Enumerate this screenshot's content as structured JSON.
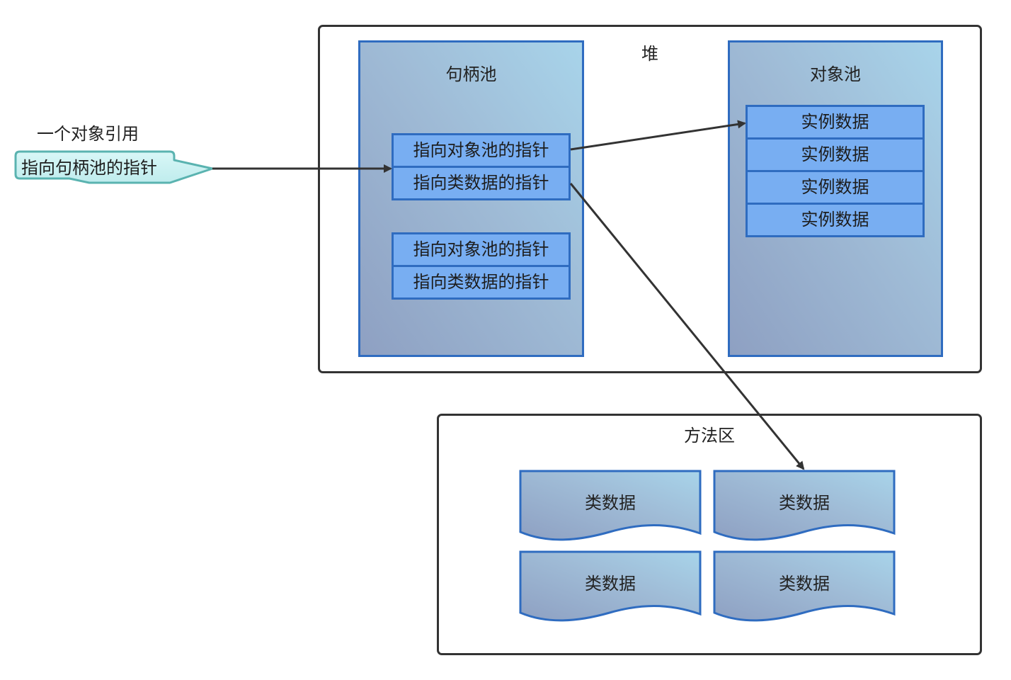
{
  "reference": {
    "label": "一个对象引用",
    "pointer": "指向句柄池的指针"
  },
  "heap": {
    "title": "堆",
    "handle_pool": {
      "title": "句柄池",
      "handles": [
        {
          "object_pointer": "指向对象池的指针",
          "class_pointer": "指向类数据的指针"
        },
        {
          "object_pointer": "指向对象池的指针",
          "class_pointer": "指向类数据的指针"
        }
      ]
    },
    "object_pool": {
      "title": "对象池",
      "items": [
        "实例数据",
        "实例数据",
        "实例数据",
        "实例数据"
      ]
    }
  },
  "method_area": {
    "title": "方法区",
    "class_data": [
      "类数据",
      "类数据",
      "类数据",
      "类数据"
    ]
  },
  "colors": {
    "cell_fill": "#78aef2",
    "cell_border": "#2f6cc0",
    "pool_gradient_from": "#8ea0c2",
    "pool_gradient_to": "#a8d4ea",
    "reference_fill": "#c9f1f1",
    "reference_border": "#5ab3b0",
    "arrow": "#333333"
  }
}
